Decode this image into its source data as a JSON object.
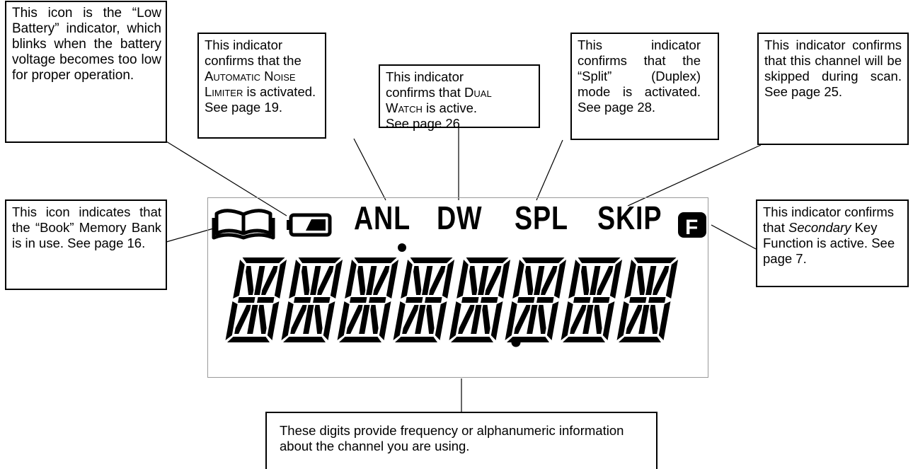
{
  "callouts": {
    "low_battery": {
      "parts": [
        "This icon is the “Low Battery” indicator, which blinks when the battery voltage becomes too low for proper operation."
      ]
    },
    "anl": {
      "pre": "This indicator confirms that the ",
      "sc": "Automatic Noise Limiter",
      "post": " is activated. See page 19."
    },
    "dw": {
      "pre": "This indicator confirms that ",
      "sc": "Dual Watch",
      "post": " is active. See page 26."
    },
    "spl": {
      "text": "This indicator confirms that the “Split” (Duplex) mode is activated. See page 28."
    },
    "skip": {
      "text": "This indicator confirms that this channel will be skipped during scan. See page 25."
    },
    "book": {
      "text": "This icon indicates that the “Book” Memory Bank is in use. See page 16."
    },
    "secondary": {
      "pre": "This indicator confirms that ",
      "it": "Secondary",
      "post": " Key Function is active. See page 7."
    },
    "digits": {
      "text": "These digits provide frequency or alphanumeric information about the channel you are using."
    }
  },
  "lcd": {
    "indicators": {
      "anl": "ANL",
      "dw": "DW",
      "spl": "SPL",
      "skip": "SKIP",
      "f_icon_letter": "F"
    },
    "icons": [
      "book-icon",
      "battery-icon",
      "f-key-icon"
    ],
    "digit_count": 8
  }
}
